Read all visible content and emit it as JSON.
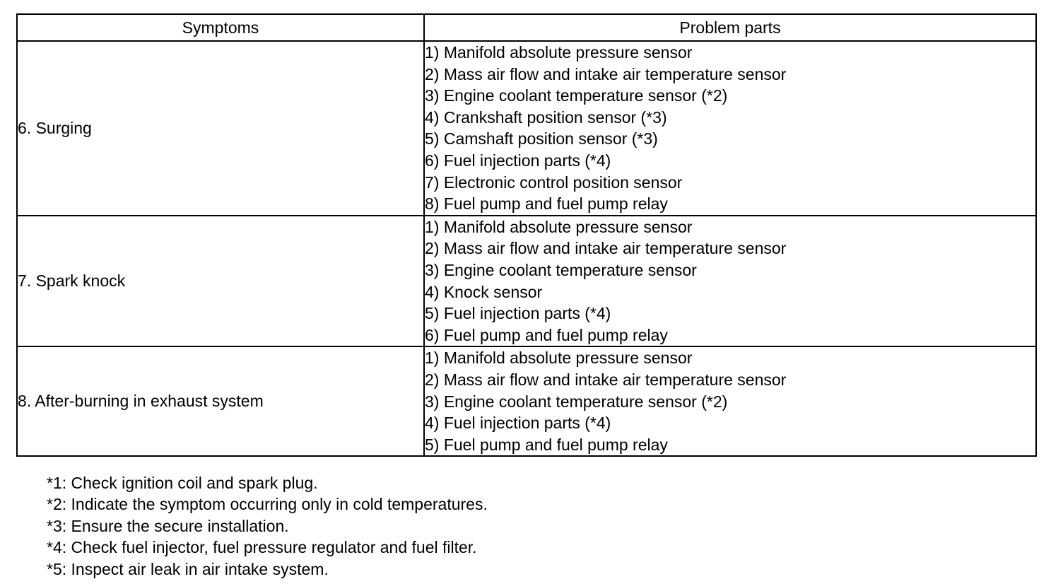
{
  "table": {
    "headers": [
      "Symptoms",
      "Problem parts"
    ],
    "rows": [
      {
        "symptom": "6. Surging",
        "parts": [
          "1) Manifold absolute pressure sensor",
          "2) Mass air flow and intake air temperature sensor",
          "3) Engine coolant temperature sensor (*2)",
          "4) Crankshaft position sensor (*3)",
          "5) Camshaft position sensor (*3)",
          "6) Fuel injection parts (*4)",
          "7) Electronic control position sensor",
          "8) Fuel pump and fuel pump relay"
        ]
      },
      {
        "symptom": "7. Spark knock",
        "parts": [
          "1) Manifold absolute pressure sensor",
          "2) Mass air flow and intake air temperature sensor",
          "3) Engine coolant temperature sensor",
          "4) Knock sensor",
          "5) Fuel injection parts (*4)",
          "6) Fuel pump and fuel pump relay"
        ]
      },
      {
        "symptom": "8. After-burning in exhaust system",
        "parts": [
          "1) Manifold absolute pressure sensor",
          "2) Mass air flow and intake air temperature sensor",
          "3) Engine coolant temperature sensor (*2)",
          "4) Fuel injection parts (*4)",
          "5) Fuel pump and fuel pump relay"
        ]
      }
    ]
  },
  "notes": [
    "*1: Check ignition coil and spark plug.",
    "*2: Indicate the symptom occurring only in cold temperatures.",
    "*3: Ensure the secure installation.",
    "*4: Check fuel injector, fuel pressure regulator and fuel filter.",
    "*5: Inspect air leak in air intake system."
  ]
}
